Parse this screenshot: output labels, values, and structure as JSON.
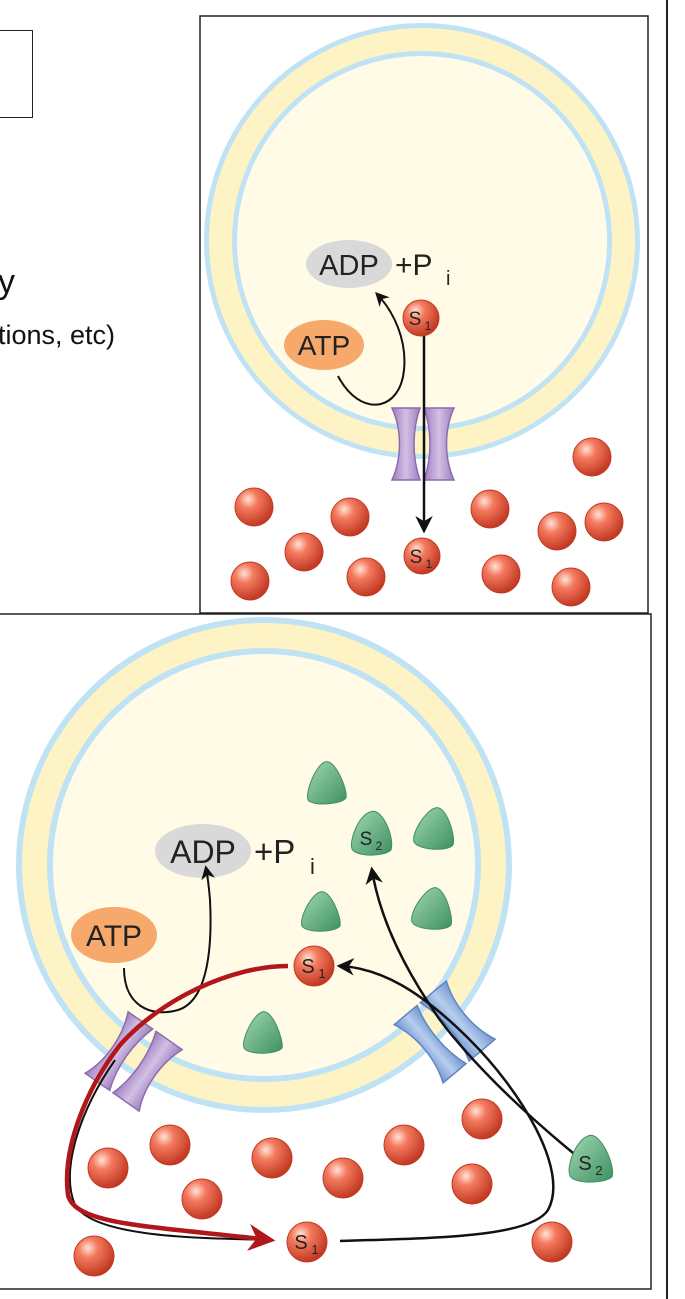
{
  "fragments": {
    "heading_tail": "y",
    "subtext_tail": "tions, etc)"
  },
  "panel_top": {
    "adp": "ADP",
    "plus_p": "+P",
    "sub_i": "i",
    "atp": "ATP",
    "s1_inside": "S",
    "s1_inside_sub": "1",
    "s1_outside": "S",
    "s1_outside_sub": "1"
  },
  "panel_bottom": {
    "adp": "ADP",
    "plus_p": "+P",
    "sub_i": "i",
    "atp": "ATP",
    "s1_inside": "S",
    "s1_inside_sub": "1",
    "s1_outside": "S",
    "s1_outside_sub": "1",
    "s2_inside": "S",
    "s2_inside_sub": "2",
    "s2_outside": "S",
    "s2_outside_sub": "2"
  },
  "colors": {
    "membrane_outer": "#bfe3f5",
    "membrane_fill": "#fdf3c4",
    "cytoplasm": "#fffbe6",
    "s1_ball": "#e8553c",
    "s2_triangle": "#5fae7e",
    "atp_badge": "#f6a96b",
    "adp_badge": "#d8d8d8",
    "pump_purple": "#b79bd0",
    "pump_blue": "#8fb2e0",
    "arrow_red": "#b0161a"
  }
}
